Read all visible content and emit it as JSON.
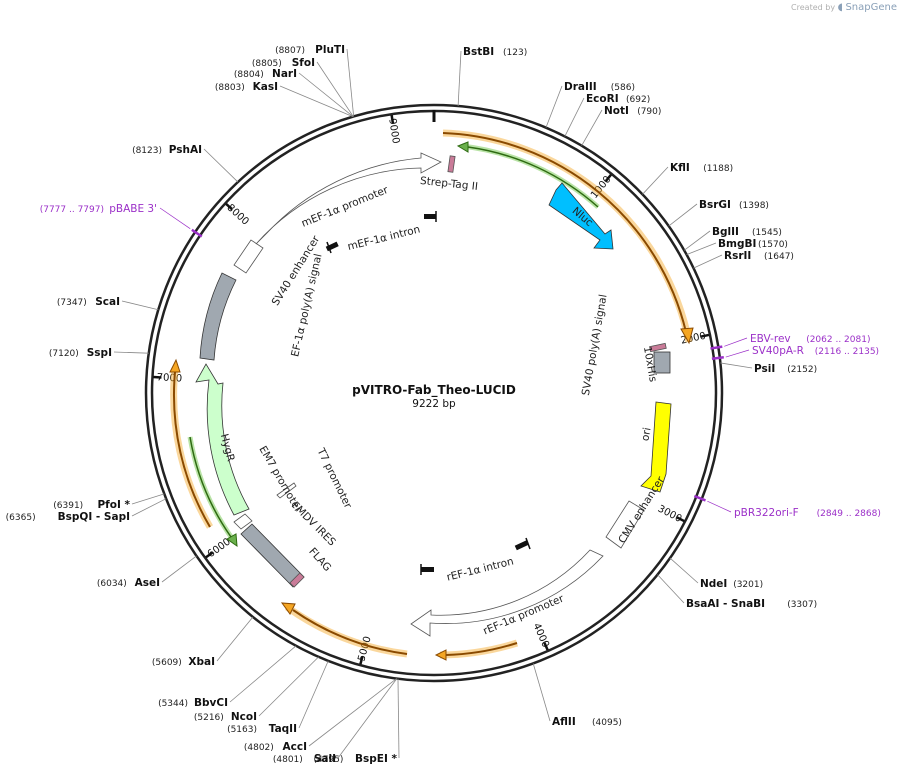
{
  "brand": {
    "prefix": "Created by",
    "name": "SnapGene"
  },
  "plasmid": {
    "name": "pVITRO-Fab_Theo-LUCID",
    "size_label": "9222 bp",
    "length": 9222
  },
  "colors": {
    "orf": "#f5a623",
    "primer": "#9b30c8",
    "nluc": "#00bfff",
    "ori": "#ffff00",
    "hygr": "#ccffcc",
    "polya": "#a0a8b0",
    "tag": "#c97b98",
    "green_arrow": "#3a8a1a"
  },
  "ticks": [
    {
      "pos": 1000,
      "label": "1000"
    },
    {
      "pos": 2000,
      "label": "2000"
    },
    {
      "pos": 3000,
      "label": "3000"
    },
    {
      "pos": 4000,
      "label": "4000"
    },
    {
      "pos": 5000,
      "label": "5000"
    },
    {
      "pos": 6000,
      "label": "6000"
    },
    {
      "pos": 7000,
      "label": "7000"
    },
    {
      "pos": 8000,
      "label": "8000"
    },
    {
      "pos": 9000,
      "label": "9000"
    }
  ],
  "sites": [
    {
      "name": "BstBI",
      "pos_label": "(123)",
      "pos": 123
    },
    {
      "name": "DraIII",
      "pos_label": "(586)",
      "pos": 586
    },
    {
      "name": "EcoRI",
      "pos_label": "(692)",
      "pos": 692
    },
    {
      "name": "NotI",
      "pos_label": "(790)",
      "pos": 790
    },
    {
      "name": "KflI",
      "pos_label": "(1188)",
      "pos": 1188
    },
    {
      "name": "BsrGI",
      "pos_label": "(1398)",
      "pos": 1398
    },
    {
      "name": "BglII",
      "pos_label": "(1545)",
      "pos": 1545
    },
    {
      "name": "BmgBI",
      "pos_label": "(1570)",
      "pos": 1570
    },
    {
      "name": "RsrII",
      "pos_label": "(1647)",
      "pos": 1647
    },
    {
      "name": "PsiI",
      "pos_label": "(2152)",
      "pos": 2152
    },
    {
      "name": "NdeI",
      "pos_label": "(3201)",
      "pos": 3201
    },
    {
      "name": "BsaAI  - SnaBI",
      "pos_label": "(3307)",
      "pos": 3307
    },
    {
      "name": "AflII",
      "pos_label": "(4095)",
      "pos": 4095
    },
    {
      "name": "BspEI *",
      "pos_label": "(4795)",
      "pos": 4795
    },
    {
      "name": "SalI",
      "pos_label": "(4801)",
      "pos": 4801
    },
    {
      "name": "AccI",
      "pos_label": "(4802)",
      "pos": 4802
    },
    {
      "name": "TaqII",
      "pos_label": "(5163)",
      "pos": 5163
    },
    {
      "name": "NcoI",
      "pos_label": "(5216)",
      "pos": 5216
    },
    {
      "name": "BbvCI",
      "pos_label": "(5344)",
      "pos": 5344
    },
    {
      "name": "XbaI",
      "pos_label": "(5609)",
      "pos": 5609
    },
    {
      "name": "AseI",
      "pos_label": "(6034)",
      "pos": 6034
    },
    {
      "name": "BspQI  - SapI",
      "pos_label": "(6365)",
      "pos": 6365
    },
    {
      "name": "PfoI *",
      "pos_label": "(6391)",
      "pos": 6391
    },
    {
      "name": "SspI",
      "pos_label": "(7120)",
      "pos": 7120
    },
    {
      "name": "ScaI",
      "pos_label": "(7347)",
      "pos": 7347
    },
    {
      "name": "PshAI",
      "pos_label": "(8123)",
      "pos": 8123
    },
    {
      "name": "KasI",
      "pos_label": "(8803)",
      "pos": 8803
    },
    {
      "name": "NarI",
      "pos_label": "(8804)",
      "pos": 8804
    },
    {
      "name": "SfoI",
      "pos_label": "(8805)",
      "pos": 8805
    },
    {
      "name": "PluTI",
      "pos_label": "(8807)",
      "pos": 8807
    }
  ],
  "primers": [
    {
      "name": "EBV-rev",
      "range_label": "(2062 .. 2081)",
      "start": 2062,
      "end": 2081
    },
    {
      "name": "SV40pA-R",
      "range_label": "(2116 .. 2135)",
      "start": 2116,
      "end": 2135
    },
    {
      "name": "pBR322ori-F",
      "range_label": "(2849 .. 2868)",
      "start": 2849,
      "end": 2868
    },
    {
      "name": "pBABE 3'",
      "range_label": "(7777 .. 7797)",
      "start": 7777,
      "end": 7797
    }
  ],
  "features": [
    {
      "label": "Strep-Tag II"
    },
    {
      "label": "Nluc"
    },
    {
      "label": "10xHis"
    },
    {
      "label": "SV40 poly(A) signal"
    },
    {
      "label": "ori"
    },
    {
      "label": "CMV enhancer"
    },
    {
      "label": "rEF-1α intron"
    },
    {
      "label": "rEF-1α promoter"
    },
    {
      "label": "FLAG"
    },
    {
      "label": "FMDV IRES"
    },
    {
      "label": "T7 promoter"
    },
    {
      "label": "EM7 promoter"
    },
    {
      "label": "HygR"
    },
    {
      "label": "EF-1α poly(A) signal"
    },
    {
      "label": "SV40 enhancer"
    },
    {
      "label": "mEF-1α promoter"
    },
    {
      "label": "mEF-1α intron"
    }
  ]
}
